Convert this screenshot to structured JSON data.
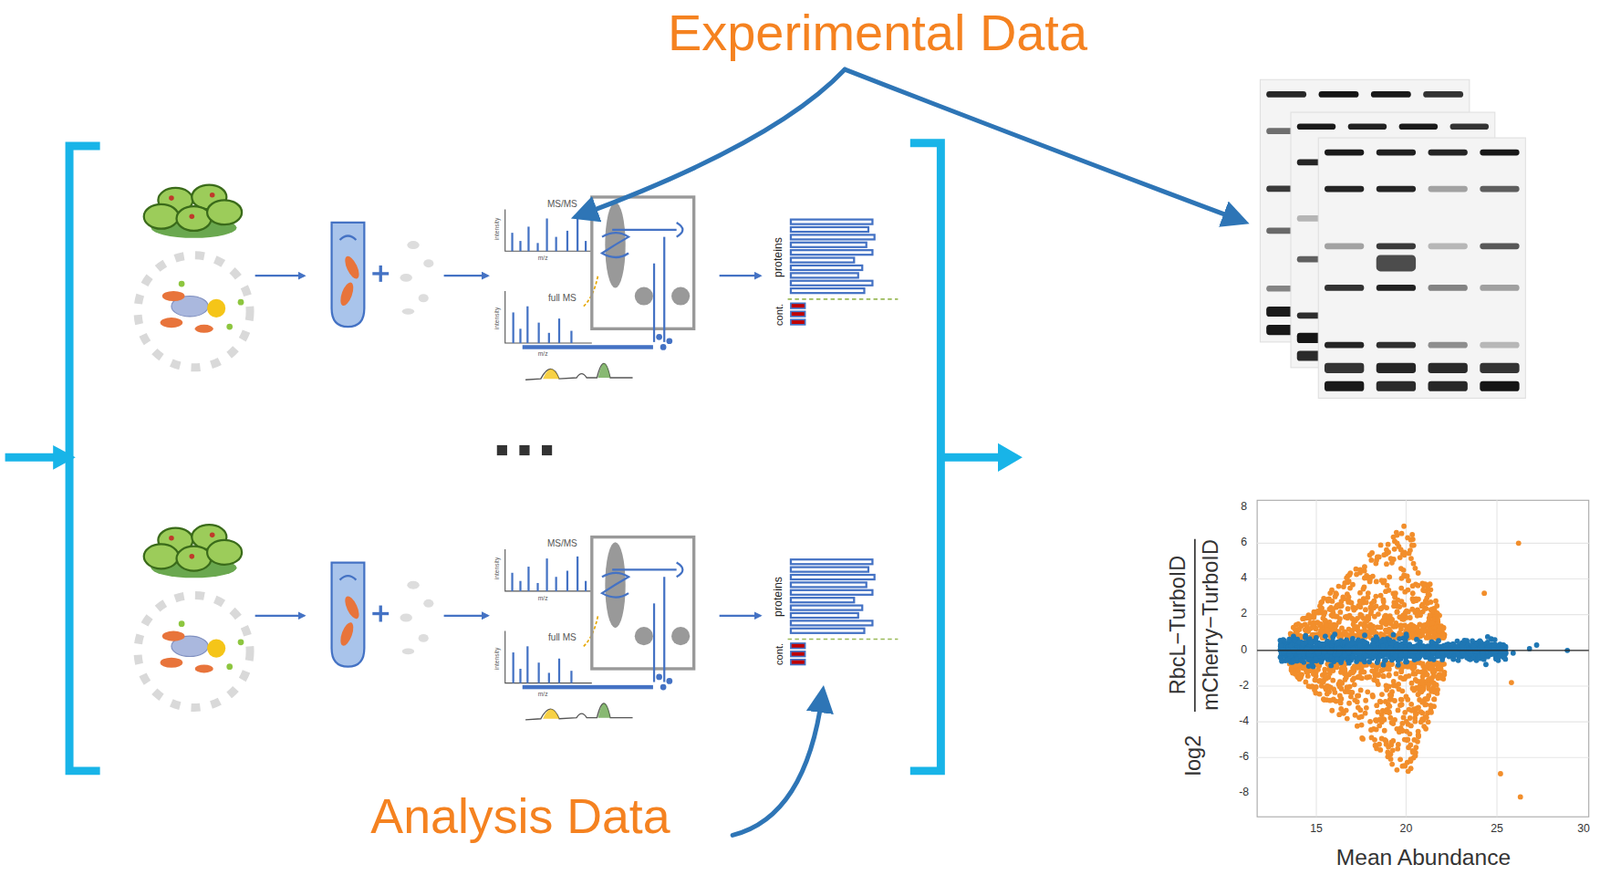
{
  "diagram": {
    "labels": [
      "Experimental Data",
      "MS/MS",
      "intensity",
      "m/z",
      "full MS",
      "intensity",
      "m/z",
      "proteins",
      "cont.",
      "MS/MS",
      "intensity",
      "m/z",
      "full MS",
      "intensity",
      "m/z",
      "proteins",
      "cont.",
      "Analysis Data",
      "8",
      "6",
      "4",
      "2",
      "0",
      "-2",
      "-4",
      "-6",
      "-8",
      "15",
      "20",
      "25",
      "30",
      "RbcL−TurboID",
      "log2",
      "mCherry−TurboID",
      "Mean Abundance"
    ]
  }
}
